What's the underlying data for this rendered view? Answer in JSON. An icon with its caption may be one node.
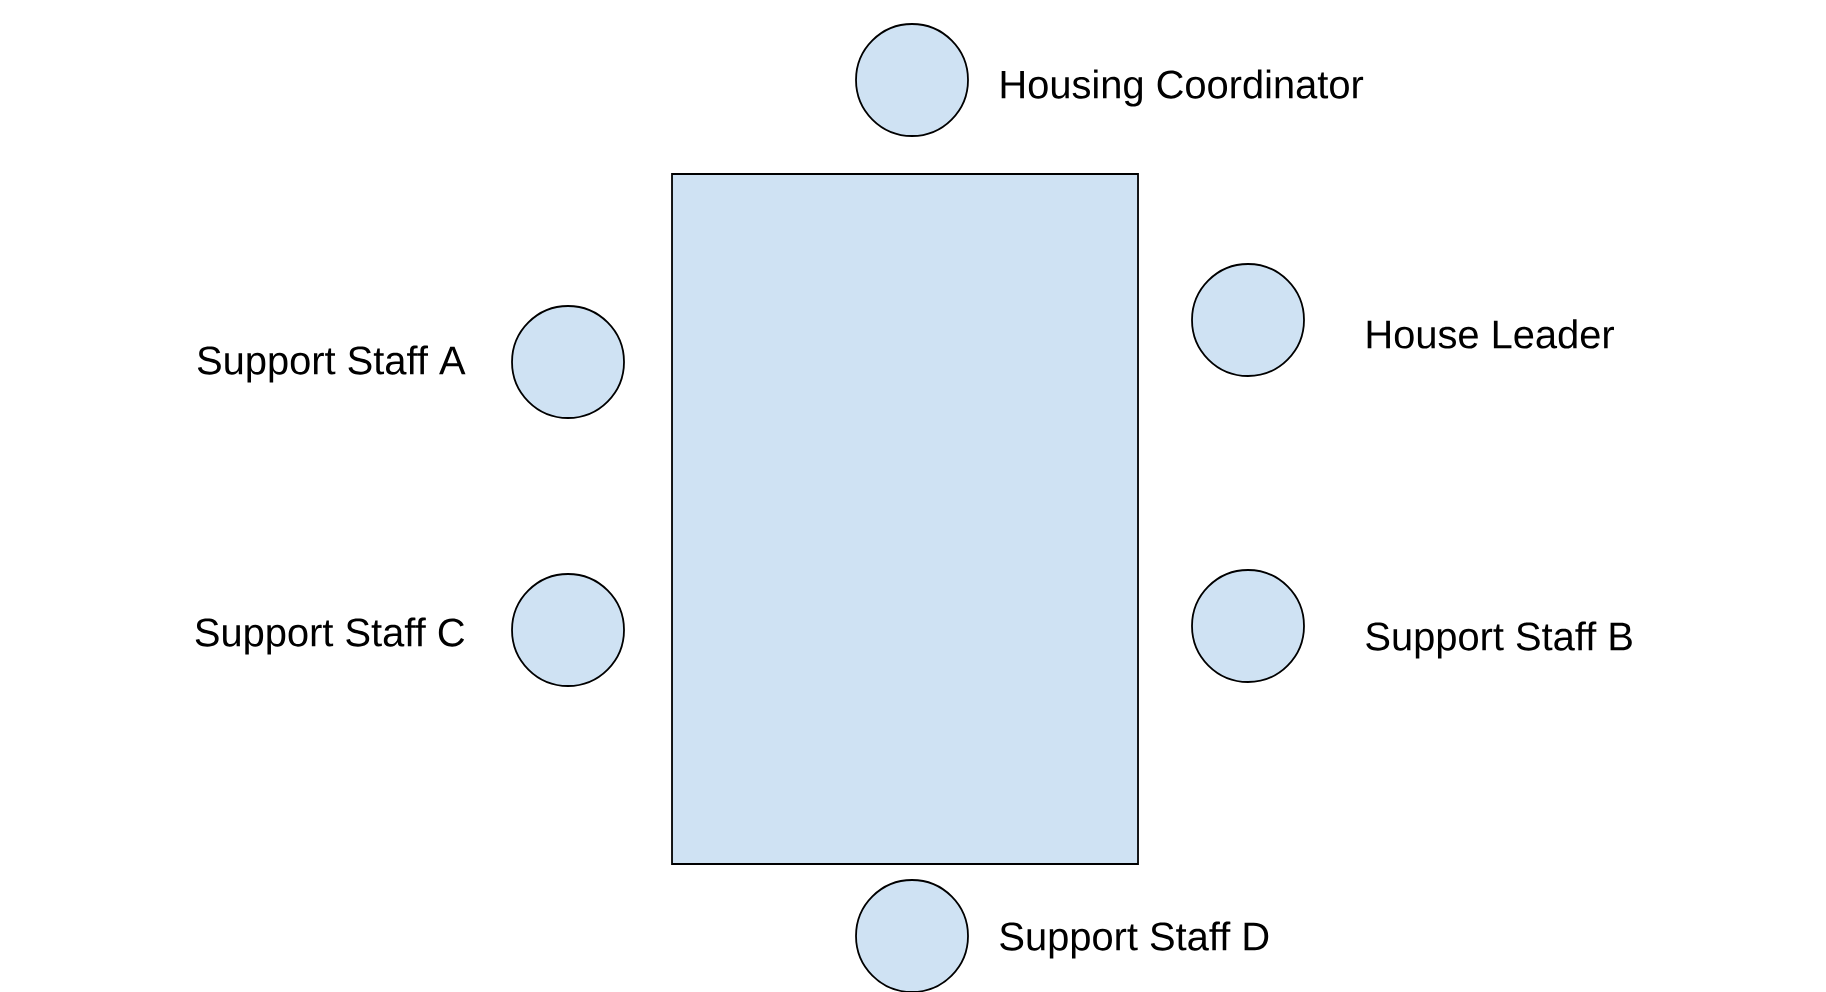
{
  "diagram": {
    "nodes": [
      {
        "text": [],
        "shape": "circle",
        "beside": [
          "Housing Coordinator"
        ]
      },
      {
        "text": [],
        "shape": "box"
      },
      {
        "text": [],
        "shape": "circle",
        "beside": [
          "House Leader"
        ]
      },
      {
        "text": [],
        "shape": "circle",
        "beside": [
          "Support Staff A"
        ]
      },
      {
        "text": [],
        "shape": "circle",
        "beside": [
          "Support Staff C"
        ]
      },
      {
        "text": [],
        "shape": "circle",
        "beside": [
          "Support Staff B"
        ]
      },
      {
        "text": [],
        "shape": "circle",
        "beside": [
          "Support Staff D"
        ]
      }
    ]
  }
}
